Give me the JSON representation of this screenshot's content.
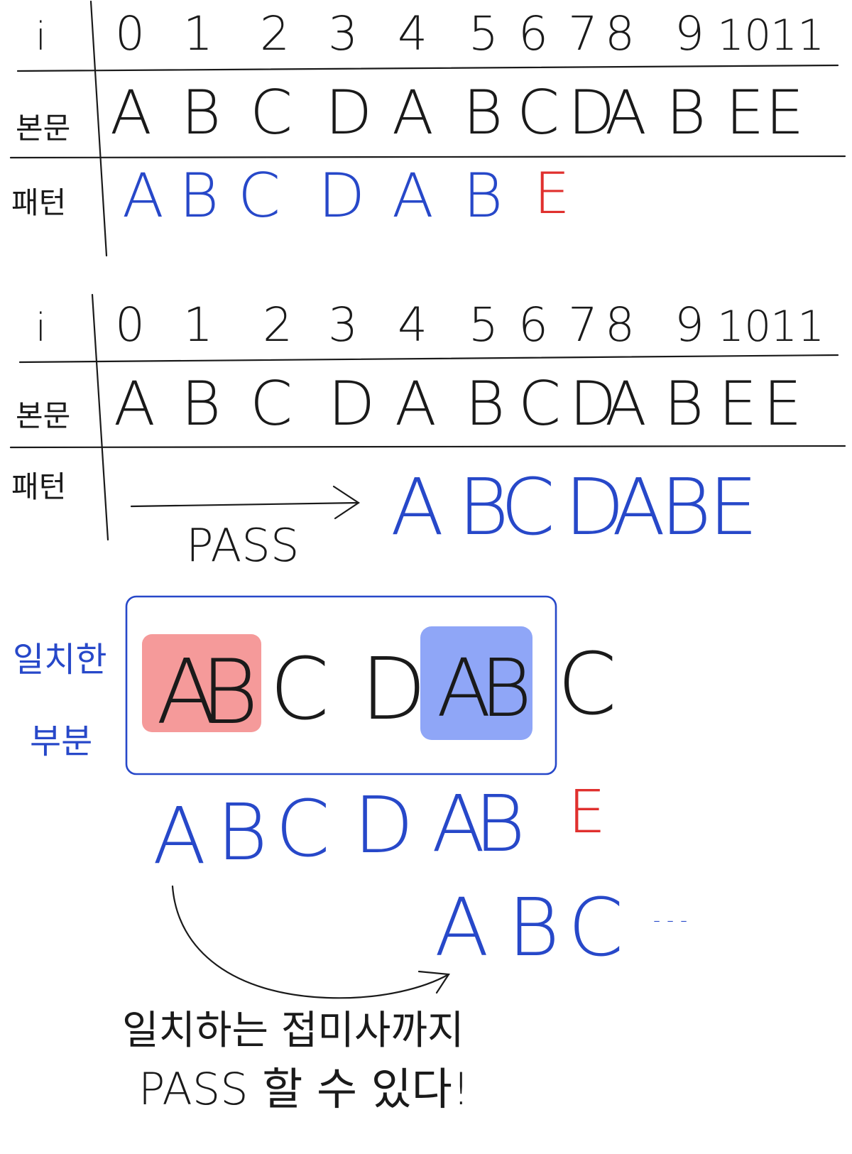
{
  "colors": {
    "ink": "#1a1a1a",
    "blue": "#2748c9",
    "red": "#e0302e",
    "highlight_red": "#f59a9a",
    "highlight_blue": "#8fa6f7"
  },
  "table1": {
    "row_labels": {
      "index": "i",
      "text": "본문",
      "pattern": "패턴"
    },
    "indices": [
      "0",
      "1",
      "2",
      "3",
      "4",
      "5",
      "6",
      "7",
      "8",
      "9",
      "10",
      "11"
    ],
    "text": [
      "A",
      "B",
      "C",
      "D",
      "A",
      "B",
      "C",
      "D",
      "A",
      "B",
      "E",
      "E"
    ],
    "pattern_matched": [
      "A",
      "B",
      "C",
      "D",
      "A",
      "B"
    ],
    "pattern_mismatch": "E"
  },
  "table2": {
    "row_labels": {
      "index": "i",
      "text": "본문",
      "pattern": "패턴"
    },
    "indices": [
      "0",
      "1",
      "2",
      "3",
      "4",
      "5",
      "6",
      "7",
      "8",
      "9",
      "10",
      "11"
    ],
    "text": [
      "A",
      "B",
      "C",
      "D",
      "A",
      "B",
      "C",
      "D",
      "A",
      "B",
      "E",
      "E"
    ],
    "pass_label": "PASS",
    "shifted_pattern": [
      "A",
      "B",
      "C",
      "D",
      "A",
      "B",
      "E"
    ]
  },
  "section3": {
    "side_label_line1": "일치한",
    "side_label_line2": "부분",
    "matched_segment": [
      "A",
      "B",
      "C",
      "D",
      "A",
      "B"
    ],
    "after_box": "C",
    "pattern_row": [
      "A",
      "B",
      "C",
      "D",
      "A",
      "B"
    ],
    "pattern_mismatch": "E",
    "shifted_row": [
      "A",
      "B",
      "C"
    ],
    "ellipsis": "- - -",
    "note_line1": "일치하는 접미사까지",
    "note_line2": "PASS 할 수 있다!"
  }
}
